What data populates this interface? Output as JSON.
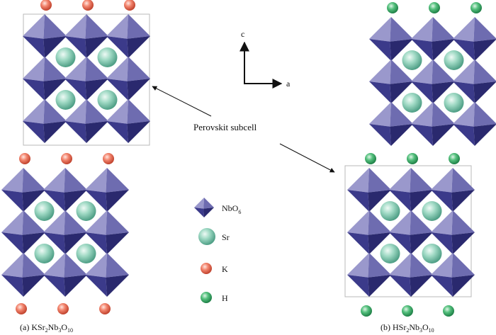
{
  "axes": {
    "c_label": "c",
    "a_label": "a"
  },
  "annotation": {
    "subcell_label": "Perovskit subcell"
  },
  "legend": {
    "items": [
      {
        "key": "nbo6",
        "label_main": "NbO",
        "label_sub": "6",
        "symbol": "octahedron-icon"
      },
      {
        "key": "sr",
        "label_main": "Sr",
        "label_sub": "",
        "symbol": "sr-sphere-icon"
      },
      {
        "key": "k",
        "label_main": "K",
        "label_sub": "",
        "symbol": "k-sphere-icon"
      },
      {
        "key": "h",
        "label_main": "H",
        "label_sub": "",
        "symbol": "h-sphere-icon"
      }
    ]
  },
  "captions": {
    "a": {
      "prefix": "(a) KSr",
      "sub1": "2",
      "mid": "Nb",
      "sub2": "3",
      "o": "O",
      "sub3": "10"
    },
    "b": {
      "prefix": "(b) HSr",
      "sub1": "2",
      "mid": "Nb",
      "sub2": "3",
      "o": "O",
      "sub3": "10"
    }
  },
  "colors": {
    "octa_light": "#9a98cc",
    "octa_mid": "#6e6cb0",
    "octa_dark": "#3b3a8a",
    "octa_darkest": "#2a296e",
    "sr": "#7fc9b0",
    "k": "#ee6f57",
    "h": "#3cb269",
    "frame": "#b8b8b8"
  }
}
